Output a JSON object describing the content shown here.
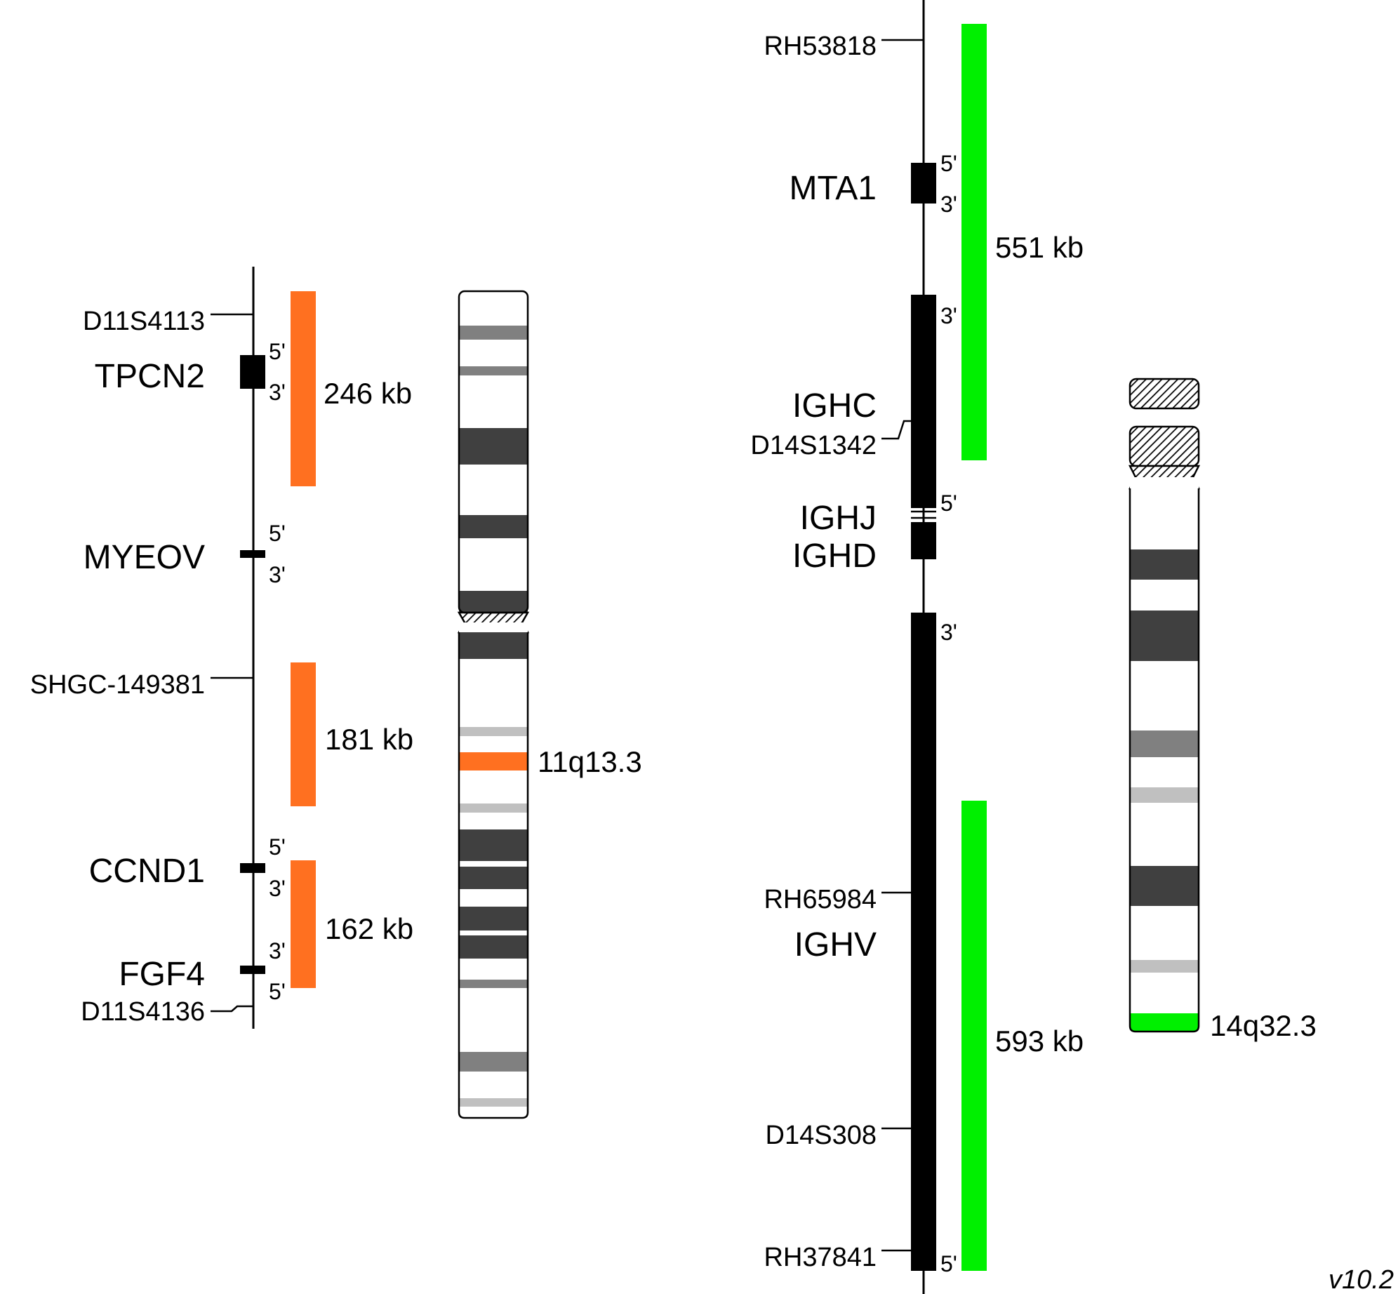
{
  "version": "v10.2",
  "colors": {
    "probe_chr11": "#ff7020",
    "probe_chr14": "#00f000",
    "band_dark": "#404040",
    "band_medium": "#808080",
    "band_light": "#c0c0c0",
    "outline": "#000000"
  },
  "chr11": {
    "markers": [
      "D11S4113",
      "SHGC-149381",
      "D11S4136"
    ],
    "genes": {
      "tpcn2": "TPCN2",
      "myeov": "MYEOV",
      "ccnd1": "CCND1",
      "fgf4": "FGF4"
    },
    "probes": [
      "246 kb",
      "181 kb",
      "162 kb"
    ],
    "band_label": "11q13.3"
  },
  "chr14": {
    "markers": [
      "RH53818",
      "D14S1342",
      "RH65984",
      "D14S308",
      "RH37841"
    ],
    "genes": {
      "mta1": "MTA1",
      "ighc": "IGHC",
      "ighj": "IGHJ",
      "ighd": "IGHD",
      "ighv": "IGHV"
    },
    "probes": [
      "551 kb",
      "593 kb"
    ],
    "band_label": "14q32.3"
  },
  "primes": {
    "five": "5'",
    "three": "3'"
  }
}
